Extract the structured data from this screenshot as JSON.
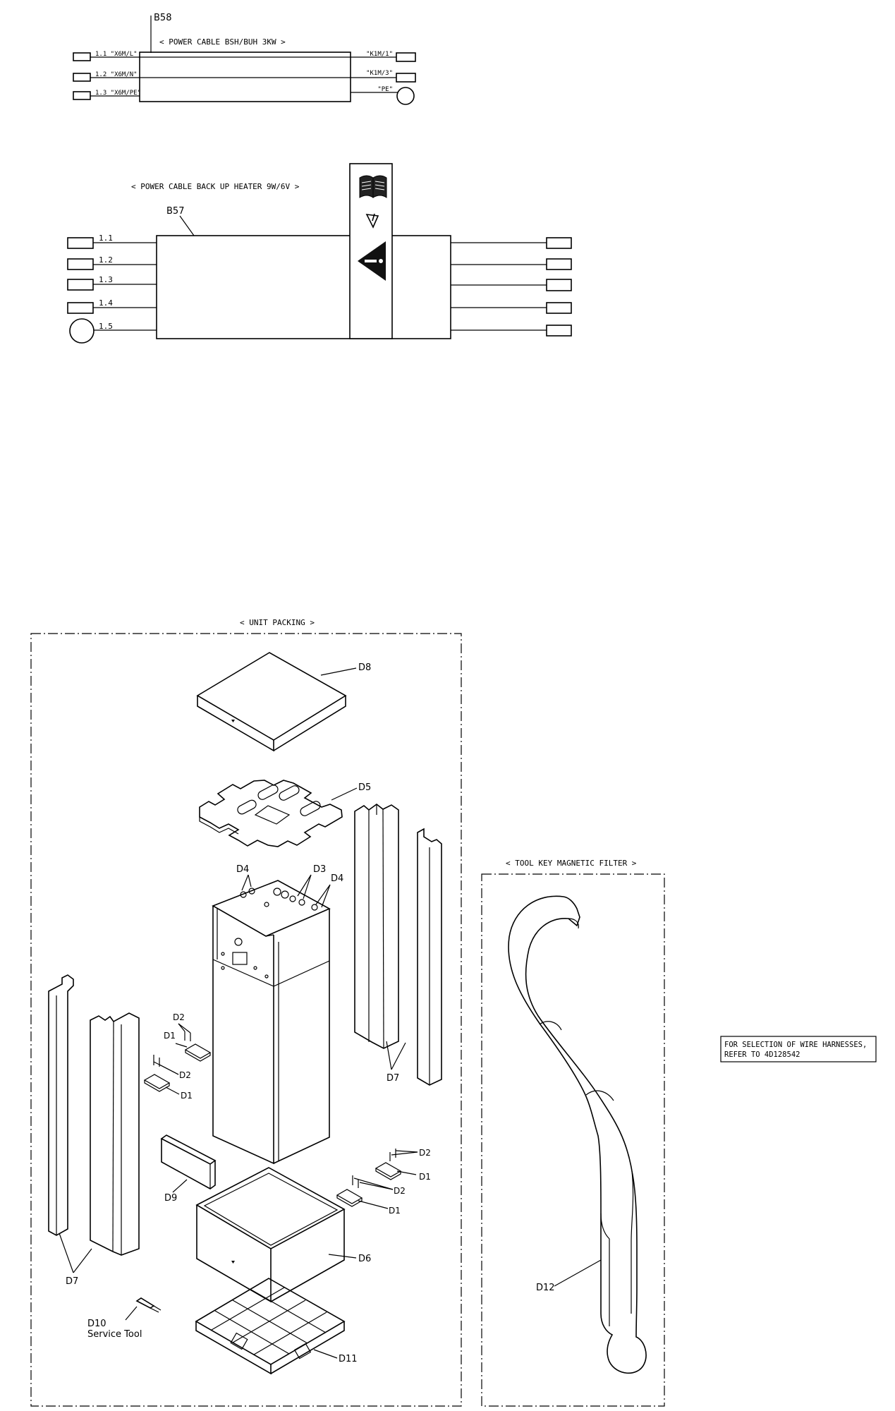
{
  "power_cable_3kw": {
    "ref": "B58",
    "title": "< POWER CABLE BSH/BUH 3KW >",
    "left_wires": [
      "1.1 \"X6M/L\"",
      "1.2 \"X6M/N\"",
      "1.3 \"X6M/PE\""
    ],
    "right_wires": [
      "\"K1M/1\"",
      "\"K1M/3\"",
      "\"PE\""
    ]
  },
  "power_cable_9w": {
    "ref": "B57",
    "title": "< POWER CABLE BACK UP HEATER 9W/6V >",
    "wires": [
      "1.1",
      "1.2",
      "1.3",
      "1.4",
      "1.5"
    ]
  },
  "unit_packing": {
    "title": "< UNIT PACKING >",
    "labels": {
      "d1": "D1",
      "d2": "D2",
      "d3": "D3",
      "d4": "D4",
      "d5": "D5",
      "d6": "D6",
      "d7": "D7",
      "d8": "D8",
      "d9": "D9",
      "d10": "D10",
      "d11": "D11",
      "service_tool": "Service Tool"
    }
  },
  "tool_key": {
    "title": "< TOOL KEY MAGNETIC FILTER >",
    "label": "D12"
  },
  "note": {
    "line1": "FOR SELECTION OF WIRE HARNESSES,",
    "line2": "REFER TO 4D128542"
  }
}
